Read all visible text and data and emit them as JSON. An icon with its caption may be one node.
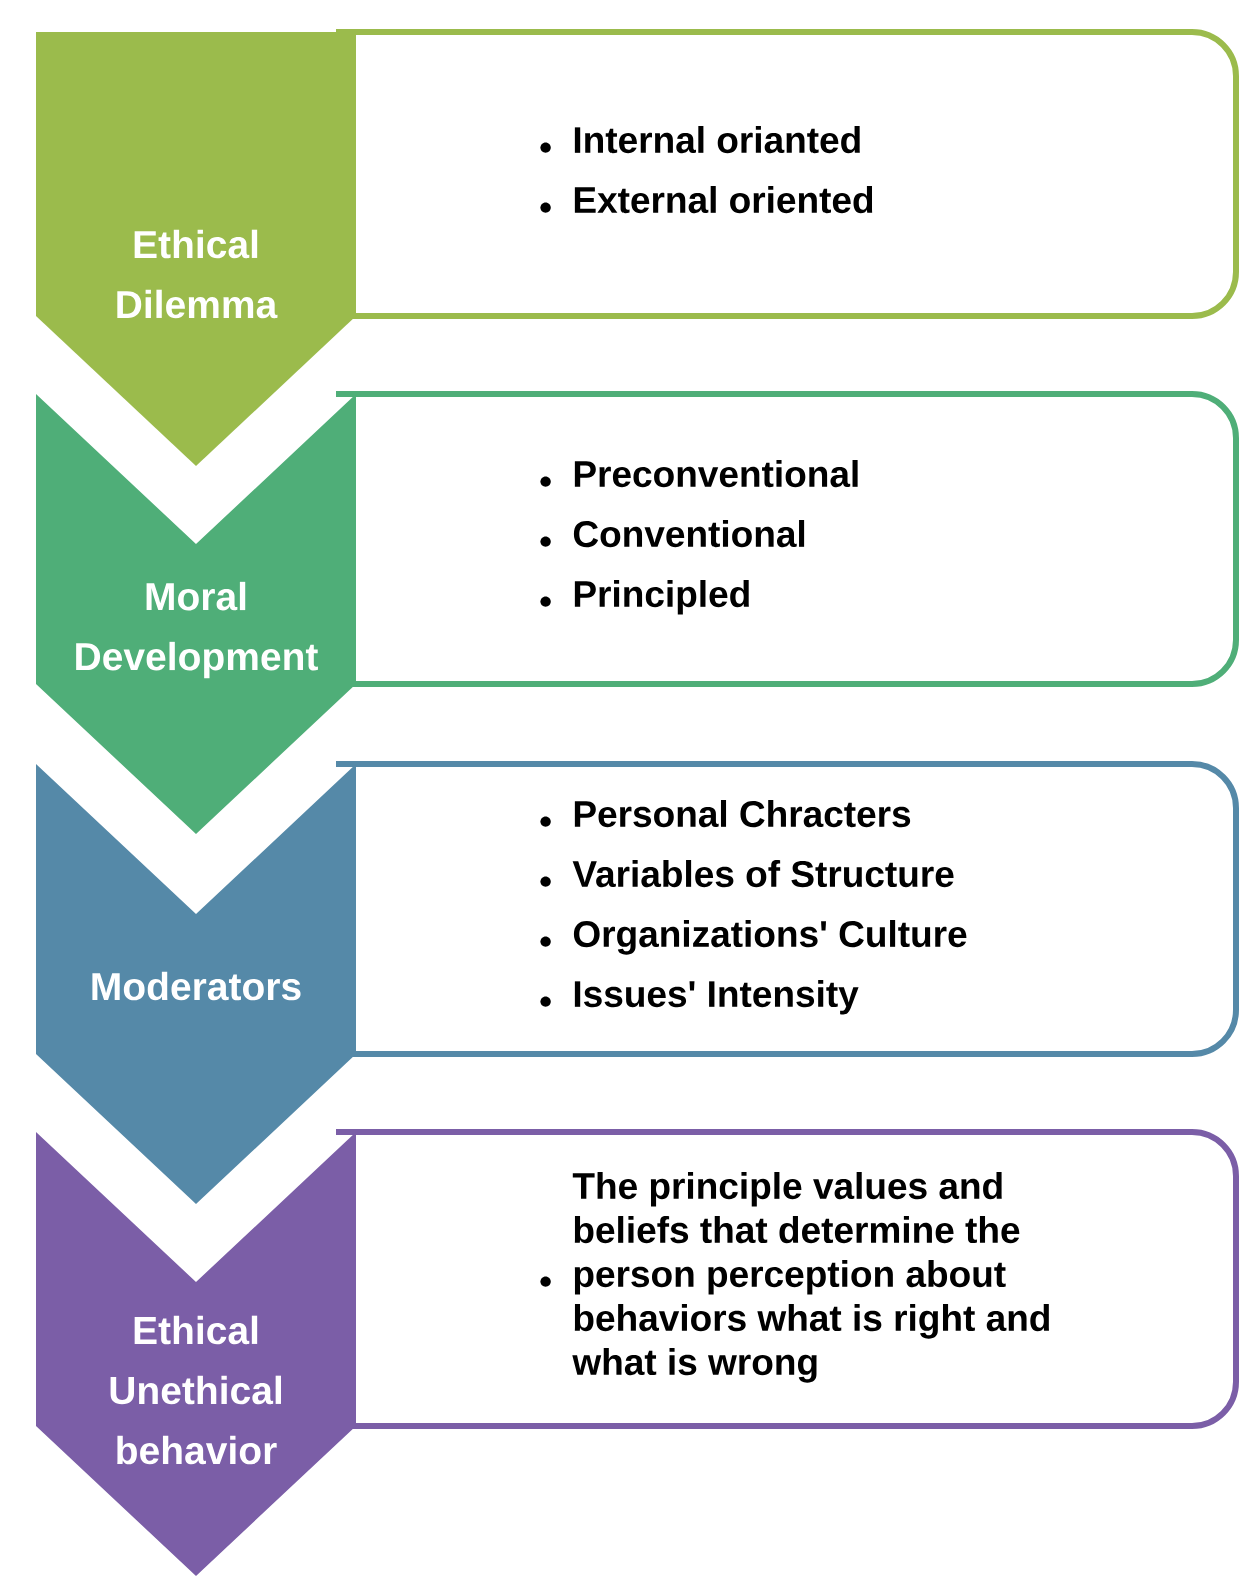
{
  "diagram": {
    "nodes": [
      {
        "text": [
          "Ethical Dilemma"
        ]
      },
      {
        "text": [
          "Internal orianted",
          "External oriented"
        ]
      },
      {
        "text": [
          "Moral Development"
        ]
      },
      {
        "text": [
          "Preconventional",
          "Conventional",
          "Principled"
        ]
      },
      {
        "text": [
          "Moderators"
        ]
      },
      {
        "text": [
          "Personal Chracters",
          "Variables of Structure",
          "Organizations' Culture",
          "Issues' Intensity"
        ]
      },
      {
        "text": [
          "Ethical Unethical behavior"
        ]
      },
      {
        "text": [
          "The principle values and beliefs that determine the person perception about behaviors what is right and what is wrong"
        ]
      }
    ]
  }
}
